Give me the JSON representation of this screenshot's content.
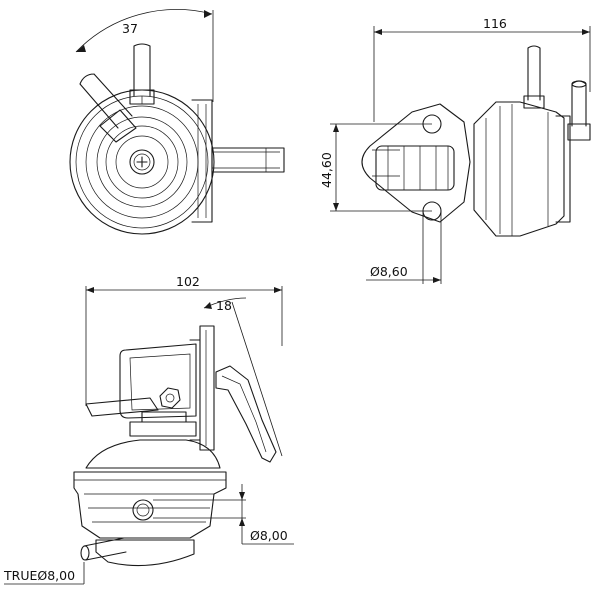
{
  "drawing": {
    "front_view": {
      "angle_label": "37"
    },
    "side_view": {
      "width_label": "116",
      "height_label": "44,60",
      "hole_label": "Ø8,60"
    },
    "bottom_view": {
      "width_label": "102",
      "angle_label": "18",
      "port_label": "Ø8,00",
      "inlet_label": "TRUEØ8,00"
    }
  },
  "colors": {
    "line": "#1a1a1a",
    "background": "#ffffff"
  }
}
